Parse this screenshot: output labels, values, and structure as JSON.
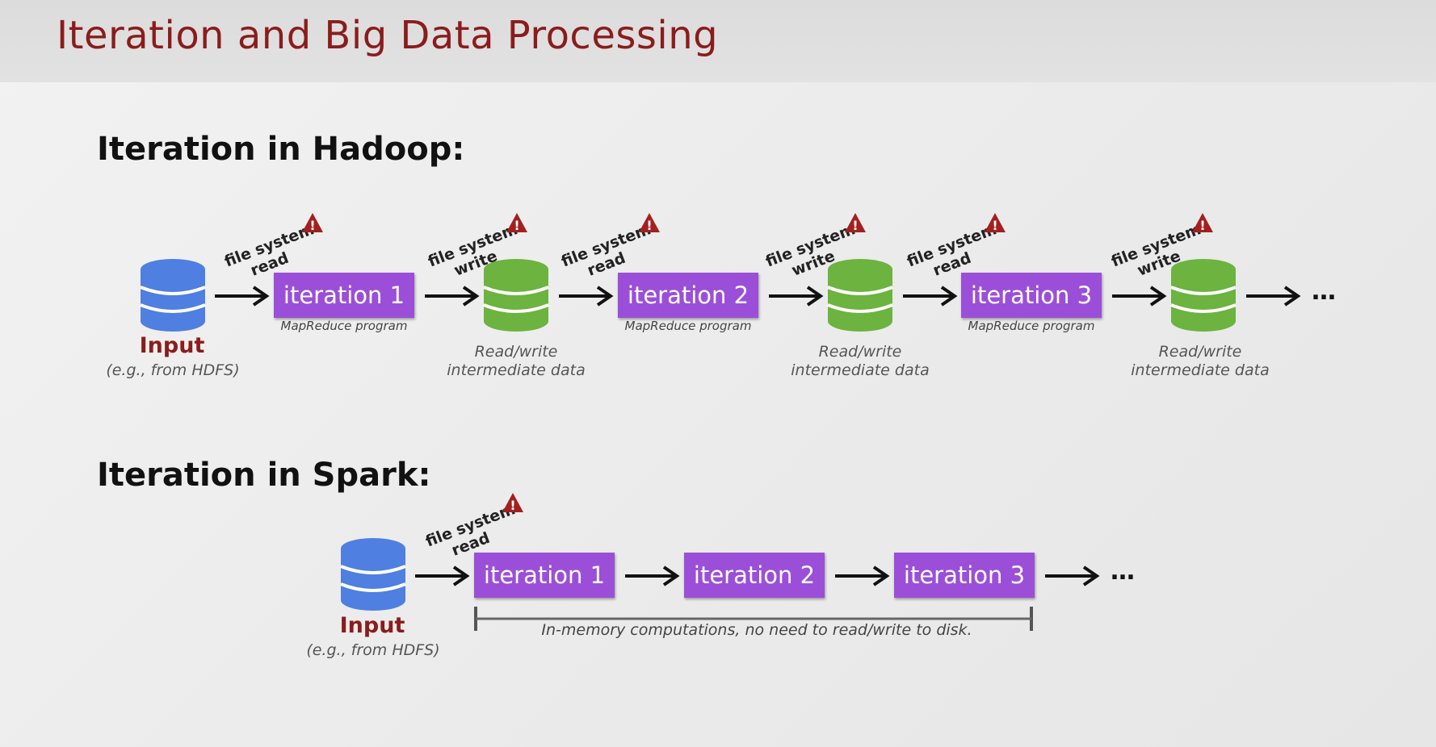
{
  "slide": {
    "title": "Iteration and Big Data Processing"
  },
  "colors": {
    "title": "#8b1c1c",
    "iteration_box": "#9b4fd8",
    "input_db": "#4f7fe0",
    "intermediate_db": "#6cb33f",
    "warning": "#a32020"
  },
  "hadoop": {
    "heading": "Iteration in Hadoop:",
    "input_label": "Input",
    "input_caption": "(e.g., from HDFS)",
    "iterations": [
      {
        "label": "iteration 1",
        "sublabel": "MapReduce program"
      },
      {
        "label": "iteration 2",
        "sublabel": "MapReduce program"
      },
      {
        "label": "iteration 3",
        "sublabel": "MapReduce program"
      }
    ],
    "fs_labels": [
      {
        "line1": "file system",
        "line2": "read"
      },
      {
        "line1": "file system",
        "line2": "write"
      },
      {
        "line1": "file system",
        "line2": "read"
      },
      {
        "line1": "file system",
        "line2": "write"
      },
      {
        "line1": "file system",
        "line2": "read"
      },
      {
        "line1": "file system",
        "line2": "write"
      }
    ],
    "intermediate_captions": [
      {
        "line1": "Read/write",
        "line2": "intermediate data"
      },
      {
        "line1": "Read/write",
        "line2": "intermediate data"
      },
      {
        "line1": "Read/write",
        "line2": "intermediate data"
      }
    ],
    "ellipsis": "…",
    "warning_icon": "warning-triangle-icon",
    "db_icon": "database-icon"
  },
  "spark": {
    "heading": "Iteration in Spark:",
    "input_label": "Input",
    "input_caption": "(e.g., from HDFS)",
    "iterations": [
      {
        "label": "iteration 1"
      },
      {
        "label": "iteration 2"
      },
      {
        "label": "iteration 3"
      }
    ],
    "fs_label": {
      "line1": "file system",
      "line2": "read"
    },
    "memory_note": "In-memory computations, no need to read/write to disk.",
    "ellipsis": "…"
  }
}
